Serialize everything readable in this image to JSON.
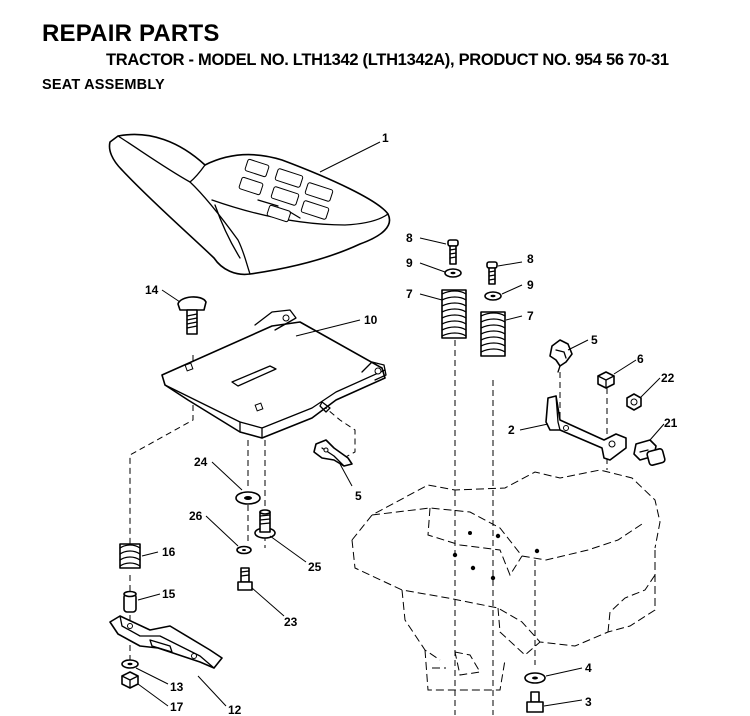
{
  "header": {
    "title": "REPAIR PARTS",
    "subtitle": "TRACTOR - MODEL NO. LTH1342 (LTH1342A), PRODUCT NO. 954 56 70-31",
    "section": "SEAT ASSEMBLY"
  },
  "callouts": [
    {
      "id": "c1",
      "text": "1"
    },
    {
      "id": "c8a",
      "text": "8"
    },
    {
      "id": "c8b",
      "text": "8"
    },
    {
      "id": "c9a",
      "text": "9"
    },
    {
      "id": "c9b",
      "text": "9"
    },
    {
      "id": "c7a",
      "text": "7"
    },
    {
      "id": "c7b",
      "text": "7"
    },
    {
      "id": "c14",
      "text": "14"
    },
    {
      "id": "c10",
      "text": "10"
    },
    {
      "id": "c5a",
      "text": "5"
    },
    {
      "id": "c6",
      "text": "6"
    },
    {
      "id": "c22",
      "text": "22"
    },
    {
      "id": "c2",
      "text": "2"
    },
    {
      "id": "c21",
      "text": "21"
    },
    {
      "id": "c24",
      "text": "24"
    },
    {
      "id": "c5b",
      "text": "5"
    },
    {
      "id": "c26",
      "text": "26"
    },
    {
      "id": "c25",
      "text": "25"
    },
    {
      "id": "c16",
      "text": "16"
    },
    {
      "id": "c15",
      "text": "15"
    },
    {
      "id": "c23",
      "text": "23"
    },
    {
      "id": "c13",
      "text": "13"
    },
    {
      "id": "c17",
      "text": "17"
    },
    {
      "id": "c12",
      "text": "12"
    },
    {
      "id": "c4",
      "text": "4"
    },
    {
      "id": "c3",
      "text": "3"
    }
  ]
}
